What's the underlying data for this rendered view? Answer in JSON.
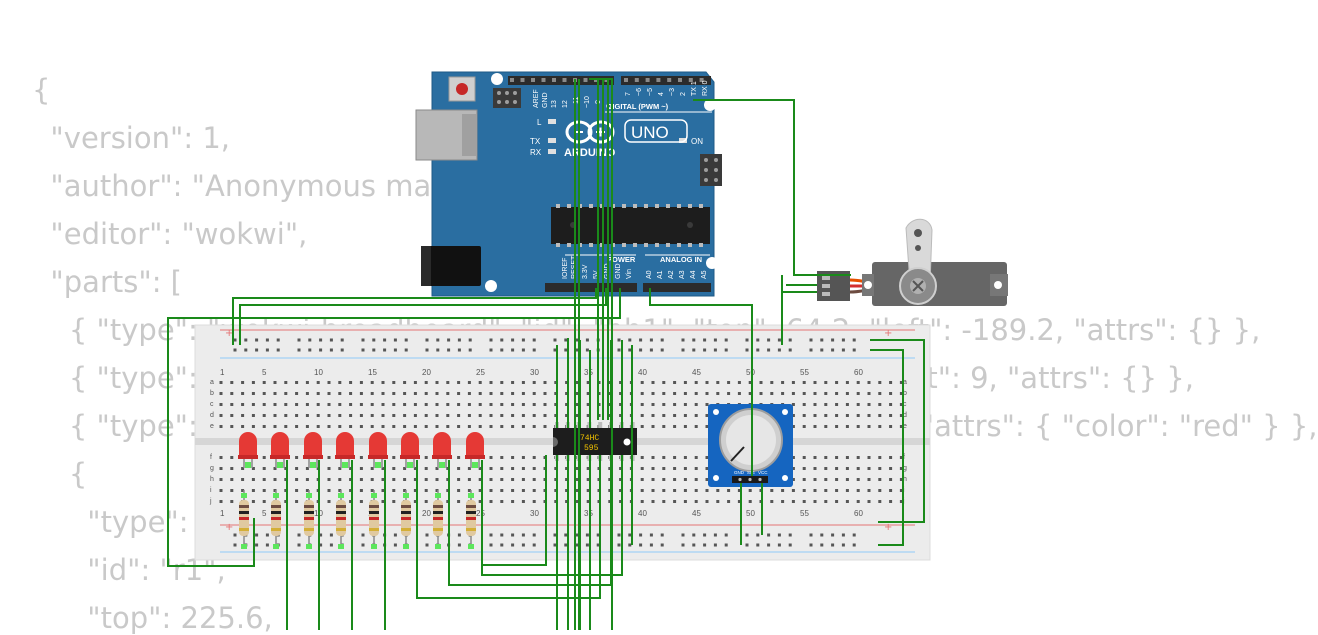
{
  "code_lines": [
    "{",
    "  \"version\": 1,",
    "  \"author\": \"Anonymous maker\",",
    "  \"editor\": \"wokwi\",",
    "  \"parts\": [",
    "    { \"type\": \"wokwi-breadboard\", \"id\": \"bb1\", \"top\": 64.2, \"left\": -189.2, \"attrs\": {} },",
    "    { \"type\": \"wokwi-arduino-uno\", \"id\": \"uno\", \"top\": -237, \"left\": 9, \"attrs\": {} },",
    "    { \"type\": \"wokwi-led\", \"id\": \"led1\", \"top\": 140, \"left\": -140, \"attrs\": { \"color\": \"red\" } },",
    "    {",
    "      \"type\": \"wokwi-resistor\",",
    "      \"id\": \"r1\",",
    "      \"top\": 225.6,"
  ],
  "arduino": {
    "brand": "ARDUINO",
    "model": "UNO",
    "digital_label": "DIGITAL (PWM ~)",
    "power_label": "POWER",
    "analog_label": "ANALOG IN",
    "on_label": "ON",
    "l_label": "L",
    "tx_label": "TX",
    "rx_label": "RX",
    "top_pins": [
      "AREF",
      "GND",
      "13",
      "12",
      "~11",
      "~10",
      "~9",
      "8",
      "7",
      "~6",
      "~5",
      "4",
      "~3",
      "2",
      "TX 1",
      "RX 0"
    ],
    "power_pins": [
      "IOREF",
      "RESET",
      "3.3V",
      "5V",
      "GND",
      "GND",
      "Vin"
    ],
    "analog_pins": [
      "A0",
      "A1",
      "A2",
      "A3",
      "A4",
      "A5"
    ]
  },
  "breadboard": {
    "column_numbers": [
      "1",
      "5",
      "10",
      "15",
      "20",
      "25",
      "30",
      "35",
      "40",
      "45",
      "50",
      "55",
      "60"
    ],
    "row_letters_top": [
      "a",
      "b",
      "c",
      "d",
      "e"
    ],
    "row_letters_bottom": [
      "f",
      "g",
      "h",
      "i",
      "j"
    ],
    "rail_plus": "+",
    "rail_minus": "-"
  },
  "chip": {
    "line1": "74HC",
    "line2": "595"
  },
  "potentiometer": {
    "pins": [
      "GND",
      "SIG",
      "VCC"
    ]
  },
  "leds": {
    "count": 8,
    "color": "#e53935"
  },
  "colors": {
    "wire": "#1a8a1a",
    "board": "#2a6ea1",
    "breadboard": "#ececec",
    "code": "#c9c9c9"
  }
}
